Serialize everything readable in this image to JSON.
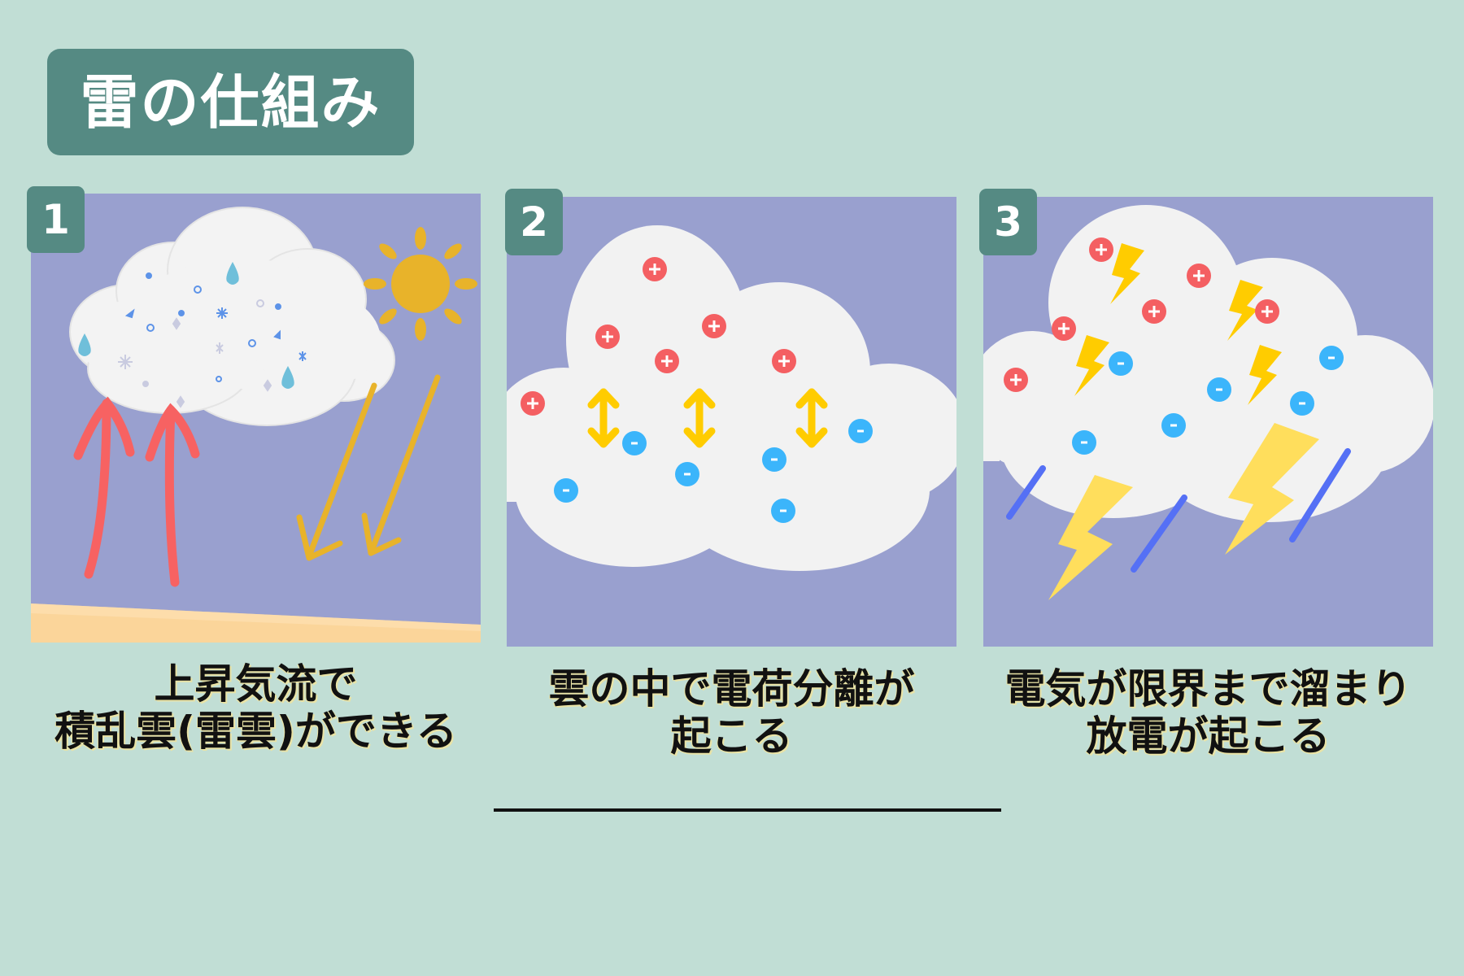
{
  "title": "雷の仕組み",
  "colors": {
    "background": "#c1ded5",
    "accent": "#558a83",
    "panel_sky": "#99a0cf",
    "cloud": "#f2f2f2",
    "positive_charge": "#f45f62",
    "negative_charge": "#3bb5fb",
    "updraft_arrow": "#f76262",
    "sunlight_arrow": "#e8b32a",
    "sun": "#e8b32a",
    "separation_arrow": "#ffcc00",
    "lightning_small": "#ffcc00",
    "lightning_large": "#ffde5c",
    "rain": "#5570f5",
    "ground": "#fbd59a"
  },
  "steps": [
    {
      "number": "1",
      "caption_lines": [
        "上昇気流で",
        "積乱雲(雷雲)ができる"
      ],
      "illustration": "cumulonimbus-forming",
      "elements": [
        "cloud",
        "water-drops",
        "ice-crystals",
        "updraft-arrows",
        "sun",
        "sunlight-arrows",
        "ground"
      ]
    },
    {
      "number": "2",
      "caption_lines": [
        "雲の中で電荷分離が",
        "起こる"
      ],
      "illustration": "charge-separation",
      "positive_symbol": "+",
      "negative_symbol": "-",
      "elements": [
        "cloud",
        "positive-charges",
        "negative-charges",
        "vertical-double-arrows"
      ]
    },
    {
      "number": "3",
      "caption_lines": [
        "電気が限界まで溜まり",
        "放電が起こる"
      ],
      "illustration": "discharge",
      "positive_symbol": "+",
      "negative_symbol": "-",
      "elements": [
        "cloud",
        "positive-charges",
        "negative-charges",
        "lightning-bolts",
        "rain-streaks"
      ]
    }
  ]
}
